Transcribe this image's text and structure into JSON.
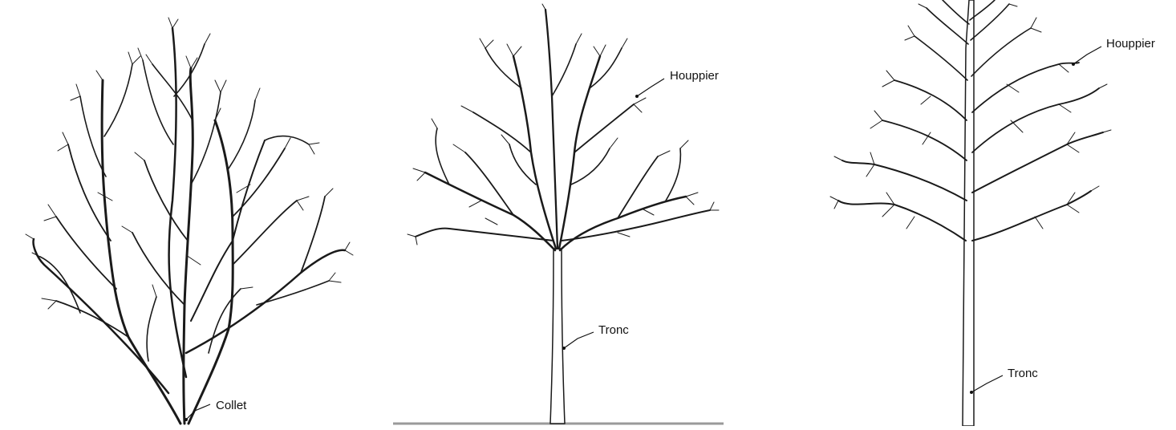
{
  "figure": {
    "panels": [
      {
        "name": "tree-cepee",
        "labels": [
          {
            "text": "Collet"
          }
        ]
      },
      {
        "name": "tree-boule",
        "labels": [
          {
            "text": "Houppier"
          },
          {
            "text": "Tronc"
          }
        ]
      },
      {
        "name": "tree-fleche",
        "labels": [
          {
            "text": "Houppier"
          },
          {
            "text": "Tronc"
          }
        ]
      }
    ]
  },
  "colors": {
    "ink": "#1a1a1a",
    "background": "#ffffff",
    "ground_line": "#9a9a9a"
  }
}
